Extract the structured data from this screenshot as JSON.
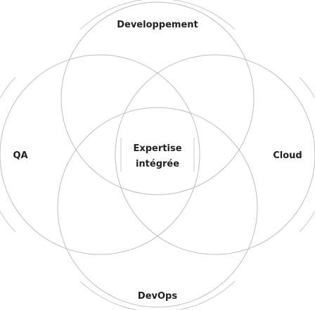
{
  "diagram": {
    "labels": {
      "top": "Developpement",
      "left": "QA",
      "right": "Cloud",
      "bottom": "DevOps",
      "center_line1": "Expertise",
      "center_line2": "intégrée"
    },
    "colors": {
      "background": "#ffffff",
      "circle_stroke": "#bdbdbd",
      "text": "#222222"
    }
  }
}
